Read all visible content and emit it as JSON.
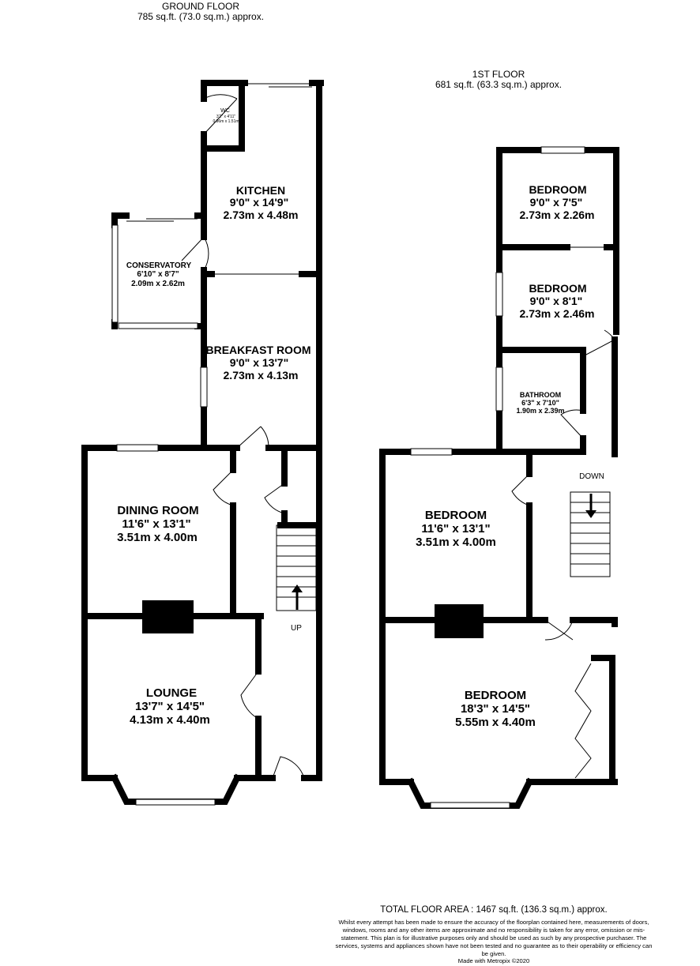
{
  "ground_floor": {
    "title": "GROUND FLOOR",
    "area": "785 sq.ft. (73.0 sq.m.) approx.",
    "rooms": {
      "wc": {
        "name": "WC",
        "imperial": "3'2\" x 4'11\"",
        "metric": "0.96m x 1.51m"
      },
      "kitchen": {
        "name": "KITCHEN",
        "imperial": "9'0\"  x 14'9\"",
        "metric": "2.73m  x 4.48m"
      },
      "conservatory": {
        "name": "CONSERVATORY",
        "imperial": "6'10\"  x 8'7\"",
        "metric": "2.09m  x 2.62m"
      },
      "breakfast": {
        "name": "BREAKFAST ROOM",
        "imperial": "9'0\"  x 13'7\"",
        "metric": "2.73m  x 4.13m"
      },
      "dining": {
        "name": "DINING ROOM",
        "imperial": "11'6\"  x 13'1\"",
        "metric": "3.51m  x 4.00m"
      },
      "lounge": {
        "name": "LOUNGE",
        "imperial": "13'7\"  x 14'5\"",
        "metric": "4.13m  x 4.40m"
      }
    },
    "stairs_label": "UP"
  },
  "first_floor": {
    "title": "1ST FLOOR",
    "area": "681 sq.ft. (63.3 sq.m.) approx.",
    "rooms": {
      "bedroom_a": {
        "name": "BEDROOM",
        "imperial": "9'0\"  x 7'5\"",
        "metric": "2.73m  x 2.26m"
      },
      "bedroom_b": {
        "name": "BEDROOM",
        "imperial": "9'0\"  x 8'1\"",
        "metric": "2.73m  x 2.46m"
      },
      "bathroom": {
        "name": "BATHROOM",
        "imperial": "6'3\"  x 7'10\"",
        "metric": "1.90m  x 2.39m"
      },
      "bedroom_c": {
        "name": "BEDROOM",
        "imperial": "11'6\"  x 13'1\"",
        "metric": "3.51m  x 4.00m"
      },
      "bedroom_d": {
        "name": "BEDROOM",
        "imperial": "18'3\"  x 14'5\"",
        "metric": "5.55m  x 4.40m"
      }
    },
    "stairs_label": "DOWN"
  },
  "footer": {
    "total": "TOTAL FLOOR AREA : 1467 sq.ft. (136.3 sq.m.) approx.",
    "disclaimer": "Whilst every attempt has been made to ensure the accuracy of the floorplan contained here, measurements of doors, windows, rooms and any other items are approximate and no responsibility is taken for any error, omission or mis-statement. This plan is for illustrative purposes only and should be used as such by any prospective purchaser. The services, systems and appliances shown have not been tested and no guarantee as to their operability or efficiency can be given.",
    "credit": "Made with Metropix ©2020"
  }
}
